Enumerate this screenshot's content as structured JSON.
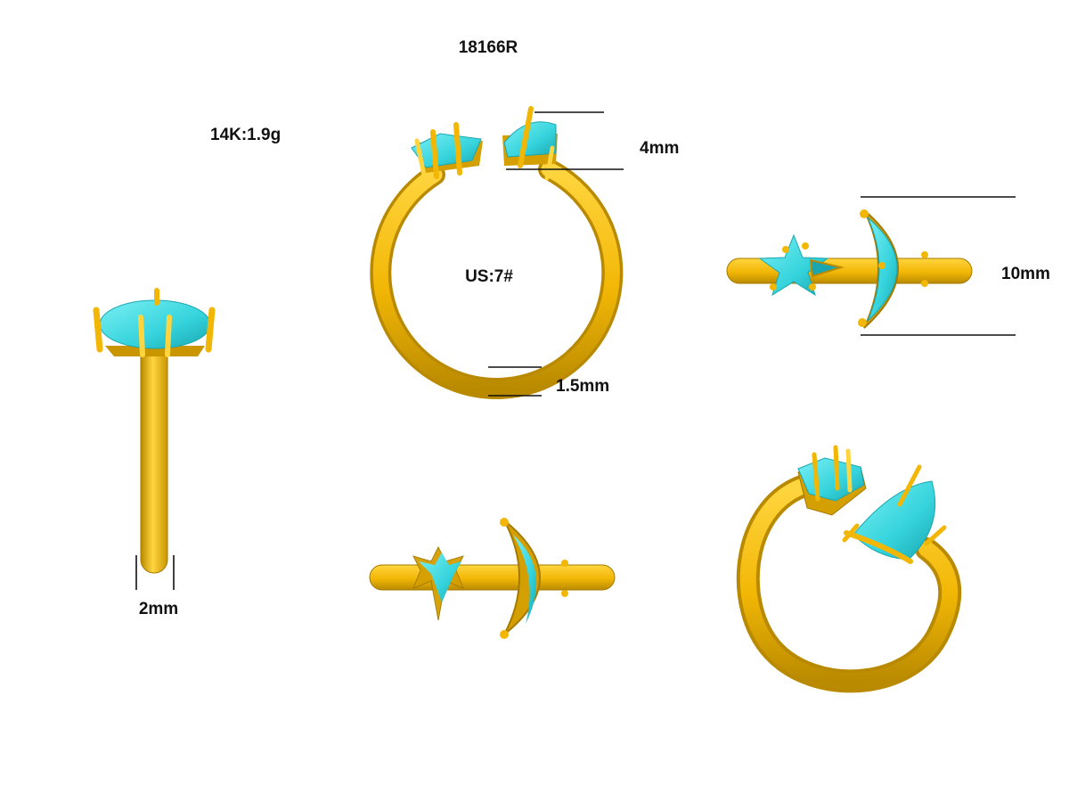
{
  "drawing": {
    "model_number": "18166R",
    "metal_weight": "14K:1.9g",
    "ring_size": "US:7#"
  },
  "dimensions": {
    "stone_height": "4mm",
    "top_width": "10mm",
    "band_thickness": "1.5mm",
    "band_width": "2mm"
  },
  "colors": {
    "gold": "#F2B705",
    "gold_dark": "#B98A00",
    "gold_light": "#FFD53F",
    "stone": "#35D3DC",
    "stone_dark": "#1AA6B0",
    "stone_light": "#7BF0F4",
    "line": "#111111",
    "background": "#FFFFFF"
  }
}
